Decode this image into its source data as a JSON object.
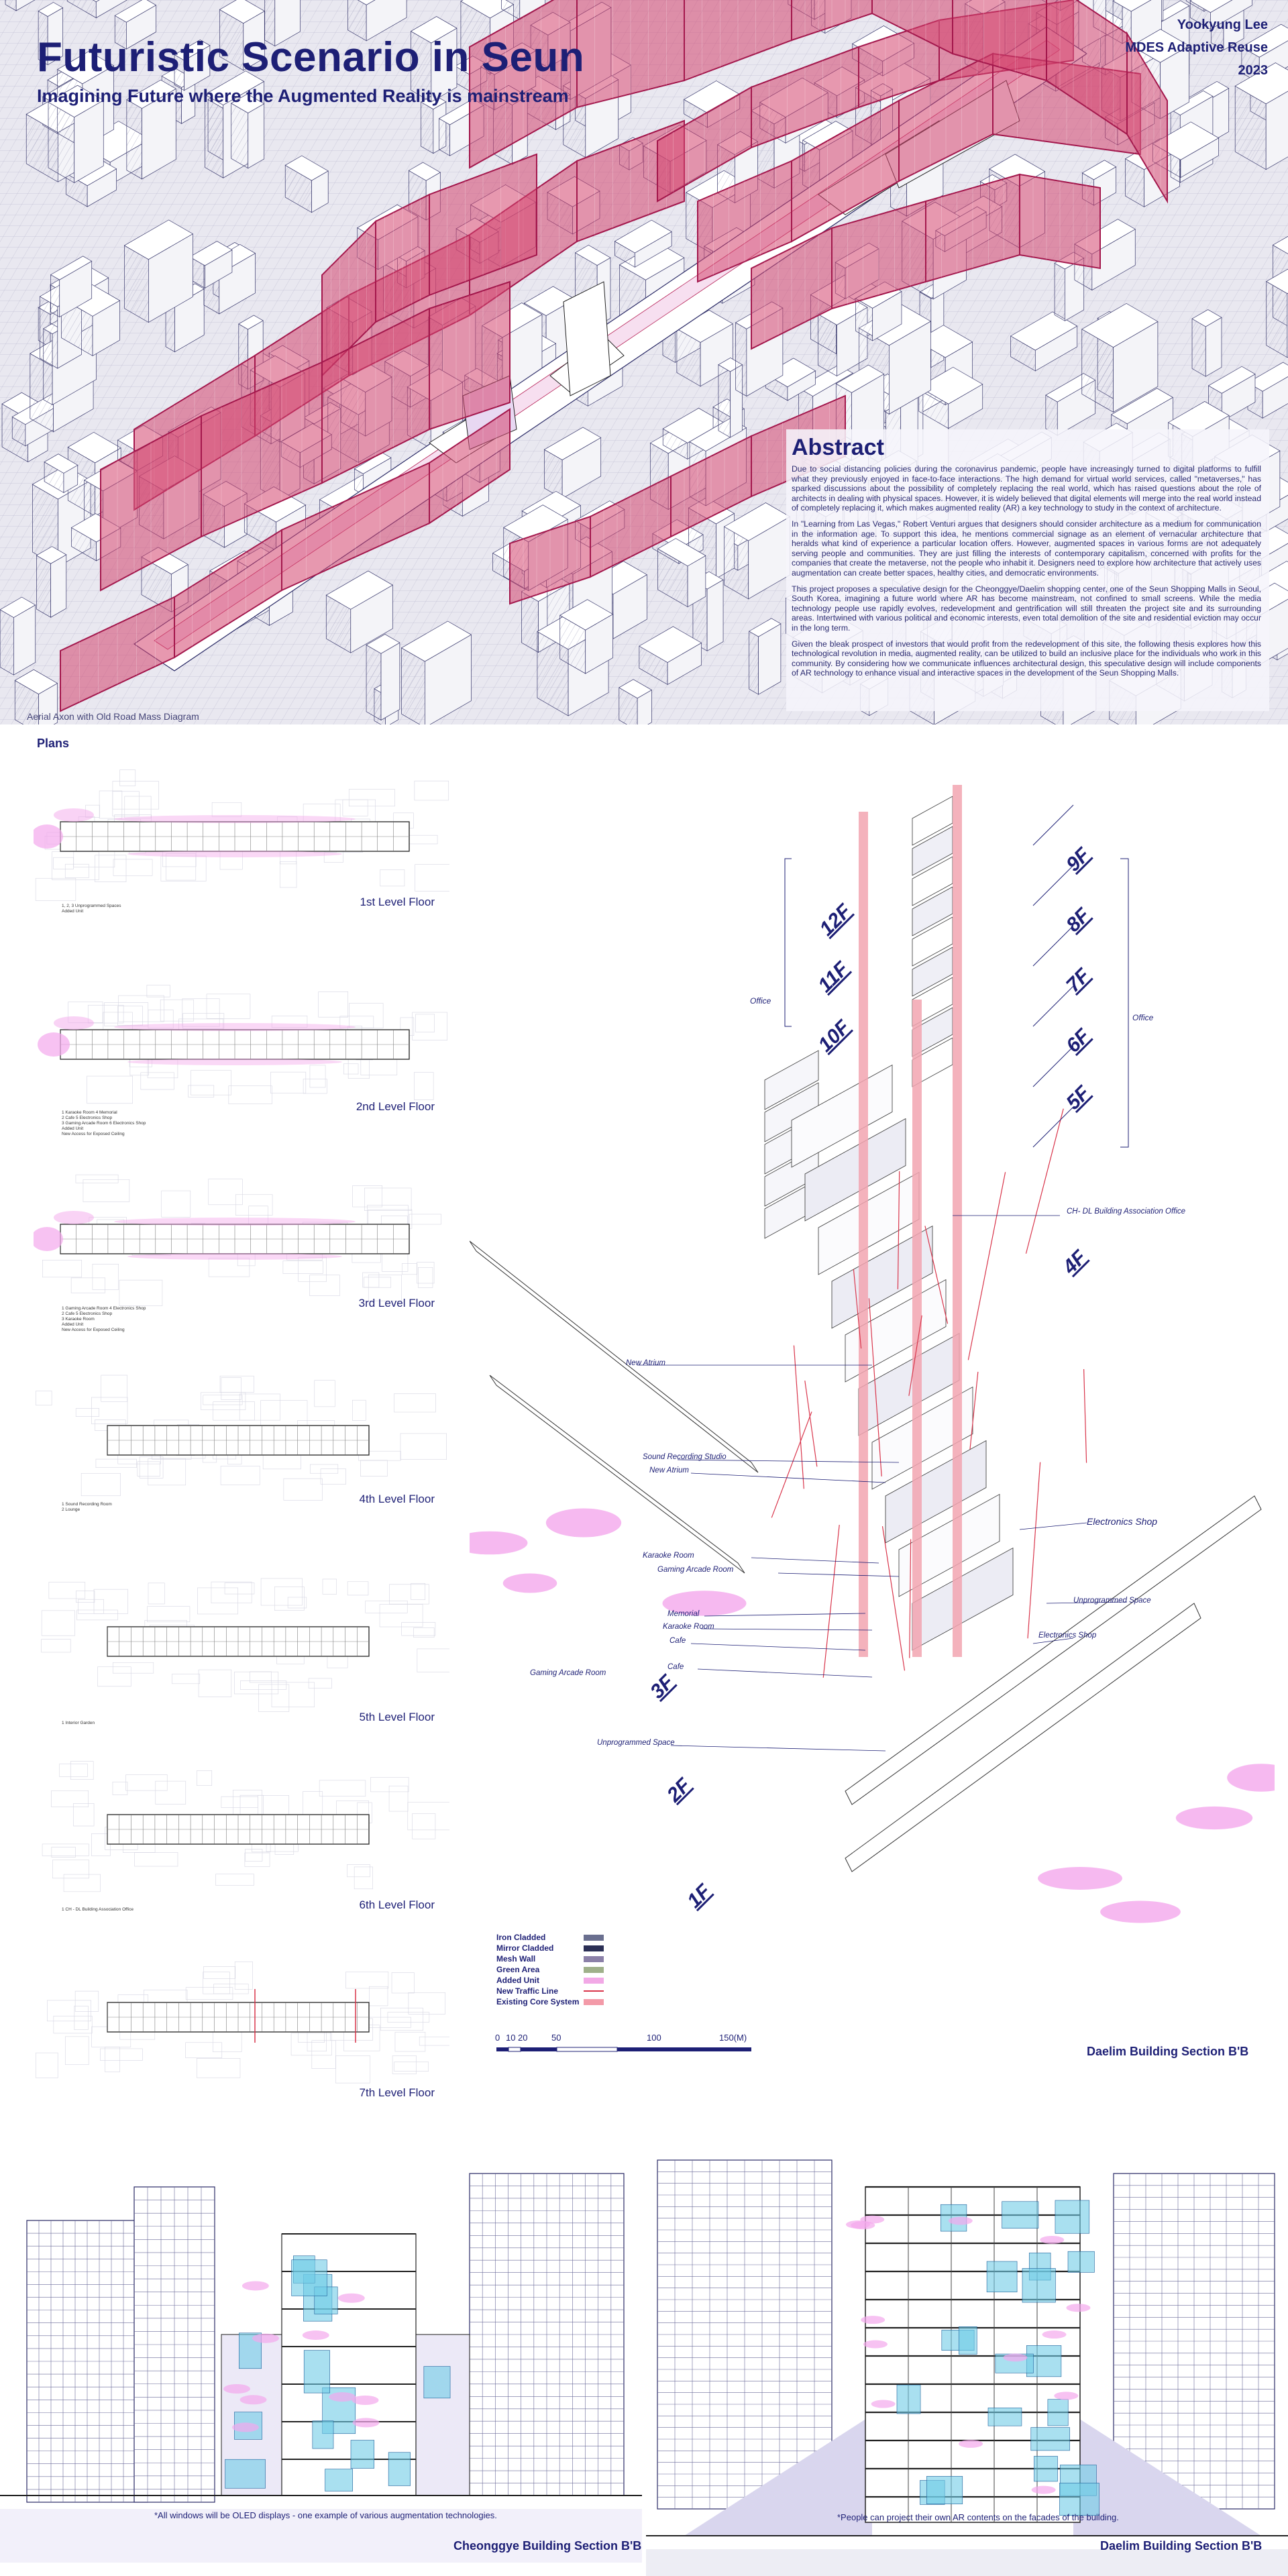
{
  "header": {
    "title": "Futuristic Scenario in Seun",
    "subtitle": "Imagining Future where the Augmented Reality is mainstream",
    "author": "Yookyung Lee",
    "program": "MDES Adaptive Reuse",
    "year": "2023"
  },
  "aerial": {
    "caption": "Aerial Axon with Old  Road Mass Diagram"
  },
  "abstract": {
    "title": "Abstract",
    "paragraphs": [
      "Due to social distancing policies during the coronavirus pandemic, people have increasingly turned to digital platforms to fulfill what they previously enjoyed in face-to-face interactions. The high demand for virtual world services, called \"metaverses,\" has sparked discussions about the possibility of completely replacing the real world, which has raised questions about the role of architects in dealing with physical spaces. However, it is widely believed that digital elements will merge into the real world instead of completely replacing it, which makes augmented reality (AR) a key technology to study in the context of architecture.",
      "In \"Learning from Las Vegas,\" Robert Venturi argues that designers should consider architecture as a medium for communication in the information age. To support this idea, he mentions commercial signage as an element of vernacular architecture that heralds what kind of experience a particular location offers. However, augmented spaces in various forms are not adequately serving people and communities. They are just filling the interests of contemporary capitalism, concerned with profits for the companies that create the metaverse, not the people who inhabit it. Designers need to explore how architecture that actively uses augmentation can create better spaces, healthy cities, and democratic environments.",
      "This project proposes a speculative design for the Cheonggye/Daelim shopping center, one of the Seun Shopping Malls in Seoul, South Korea, imagining a future world where AR has become mainstream, not confined to small screens. While the media technology people use rapidly evolves, redevelopment and gentrification will still threaten the project site and its surrounding areas. Intertwined with various political and economic interests, even total demolition of the site and residential eviction may occur in the long term.",
      "Given the bleak prospect of investors that would profit from the redevelopment of this site, the following thesis explores how this technological revolution in media, augmented reality, can be utilized to build an inclusive place for the individuals who work in this community. By considering how we communicate influences architectural design, this speculative design will include components of AR technology to enhance visual and interactive spaces in the development of the Seun Shopping Malls."
    ]
  },
  "plans": {
    "heading": "Plans",
    "floors": [
      {
        "label": "1st Level Floor",
        "legend": [
          "1, 2, 3   Unprogrammed Spaces",
          "   Added Unit"
        ]
      },
      {
        "label": "2nd Level Floor",
        "legend": [
          "1   Karaoke Room      4   Memorial",
          "2   Cafe              5   Electronics Shop",
          "3   Gaming Arcade Room 6   Electronics Shop",
          "   Added Unit",
          "   New Access for Exposed Ceiling"
        ]
      },
      {
        "label": "3rd Level Floor",
        "legend": [
          "1   Gaming Arcade Room  4   Electronics Shop",
          "2   Cafe              5   Electronics Shop",
          "3   Karaoke Room",
          "   Added Unit",
          "   New Access for Exposed Ceiling"
        ]
      },
      {
        "label": "4th Level Floor",
        "legend": [
          "1   Sound Recording Room",
          "2   Lounge"
        ]
      },
      {
        "label": "5th Level Floor",
        "legend": [
          "1   Interior Garden"
        ]
      },
      {
        "label": "6th Level Floor",
        "legend": [
          "1   CH - DL Building Association Office"
        ]
      },
      {
        "label": "7th Level Floor",
        "legend": []
      }
    ]
  },
  "section_axon": {
    "floors_left": [
      "12F",
      "11F",
      "10F",
      "3F",
      "2F",
      "1F"
    ],
    "floors_right": [
      "9F",
      "8F",
      "7F",
      "6F",
      "5F",
      "4F"
    ],
    "office_left": "Office",
    "office_right": "Office",
    "spaces": {
      "association": "CH- DL Building Association Office",
      "new_atrium_1": "New Atrium",
      "sound_recording": "Sound Recording Studio",
      "new_atrium_2": "New Atrium",
      "electronics_1": "Electronics Shop",
      "karaoke_1": "Karaoke Room",
      "gaming_1": "Gaming Arcade Room",
      "unprogrammed_1": "Unprogrammed Space",
      "memorial": "Memorial",
      "karaoke_2": "Karaoke Room",
      "electronics_2": "Electronics Shop",
      "cafe_1": "Cafe",
      "cafe_2": "Cafe",
      "gaming_2": "Gaming Arcade Room",
      "unprogrammed_2": "Unprogrammed Space"
    },
    "legend": [
      {
        "label": "Iron Cladded",
        "color": "#6a6f8f"
      },
      {
        "label": "Mirror Cladded",
        "color": "#2b2f55"
      },
      {
        "label": "Mesh Wall",
        "color": "#8b80a8"
      },
      {
        "label": "Green Area",
        "color": "#9fb08a"
      },
      {
        "label": "Added Unit",
        "color": "#f2a9e6"
      },
      {
        "label": "New Traffic Line",
        "color": "#d9354b"
      },
      {
        "label": "Existing Core System",
        "color": "#f39aa8"
      }
    ],
    "scale": {
      "ticks": [
        "0",
        "10",
        "20",
        "50",
        "100",
        "150(M)"
      ]
    },
    "title": "Daelim Building Section B'B"
  },
  "bottom": {
    "left_title": "Cheonggye Building Section B'B",
    "left_note": "*All windows will be OLED displays - one example of various augmentation technologies.",
    "right_title": "Daelim Building Section B'B",
    "right_note": "*People can project their own AR contents on the facades of the building."
  },
  "colors": {
    "navy": "#1d1f75",
    "road_magenta": "#b51f55",
    "road_fill": "#d4446e",
    "added_pink": "#f4a8ec",
    "core_pink": "#f2a4b0",
    "glass_cyan": "#6fcbe6"
  }
}
